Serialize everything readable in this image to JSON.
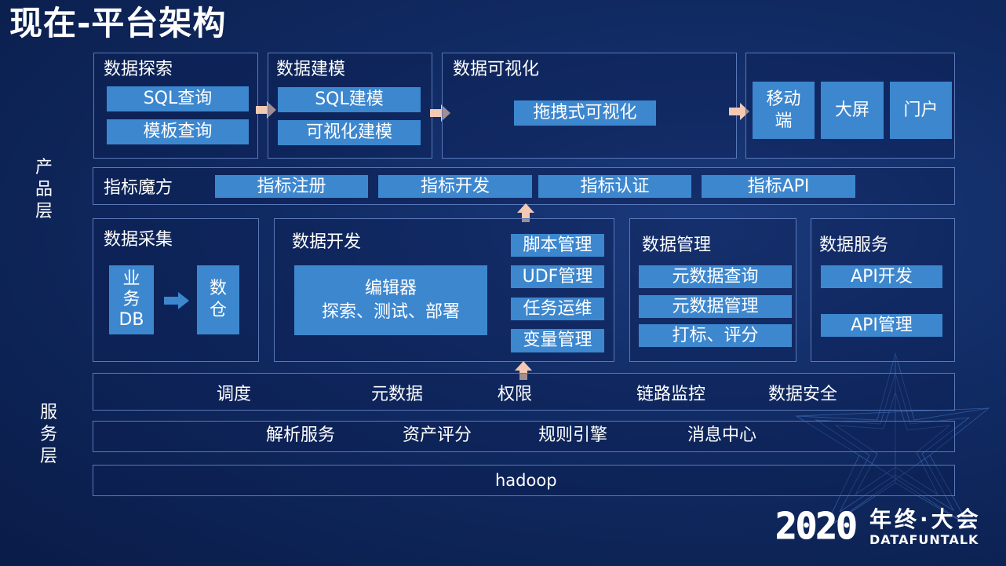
{
  "title": "现在-平台架构",
  "side_labels": {
    "product": [
      "产",
      "品",
      "层"
    ],
    "service": [
      "服",
      "务",
      "层"
    ]
  },
  "explore": {
    "title": "数据探索",
    "items": [
      "SQL查询",
      "模板查询"
    ]
  },
  "modeling": {
    "title": "数据建模",
    "items": [
      "SQL建模",
      "可视化建模"
    ]
  },
  "visual": {
    "title": "数据可视化",
    "items": [
      "拖拽式可视化"
    ]
  },
  "clients": {
    "items": [
      "移动\n端",
      "大屏",
      "门户"
    ]
  },
  "metrics": {
    "title": "指标魔方",
    "items": [
      "指标注册",
      "指标开发",
      "指标认证",
      "指标API"
    ]
  },
  "collect": {
    "title": "数据采集",
    "source": "业\n务\nDB",
    "target": "数\n仓"
  },
  "develop": {
    "title": "数据开发",
    "editor": "编辑器\n探索、测试、部署",
    "items": [
      "脚本管理",
      "UDF管理",
      "任务运维",
      "变量管理"
    ]
  },
  "manage": {
    "title": "数据管理",
    "items": [
      "元数据查询",
      "元数据管理",
      "打标、评分"
    ]
  },
  "service": {
    "title": "数据服务",
    "items": [
      "API开发",
      "API管理"
    ]
  },
  "service_row1": [
    "调度",
    "元数据",
    "权限",
    "链路监控",
    "数据安全"
  ],
  "service_row2": [
    "解析服务",
    "资产评分",
    "规则引擎",
    "消息中心"
  ],
  "service_row3": "hadoop",
  "brand": {
    "year": "2020",
    "cn": "年终·大会",
    "en": "DATAFUNTALK"
  },
  "colors": {
    "button": "#3d87cf",
    "border": "#5a78b8",
    "arrow": "#f3c9b3"
  }
}
